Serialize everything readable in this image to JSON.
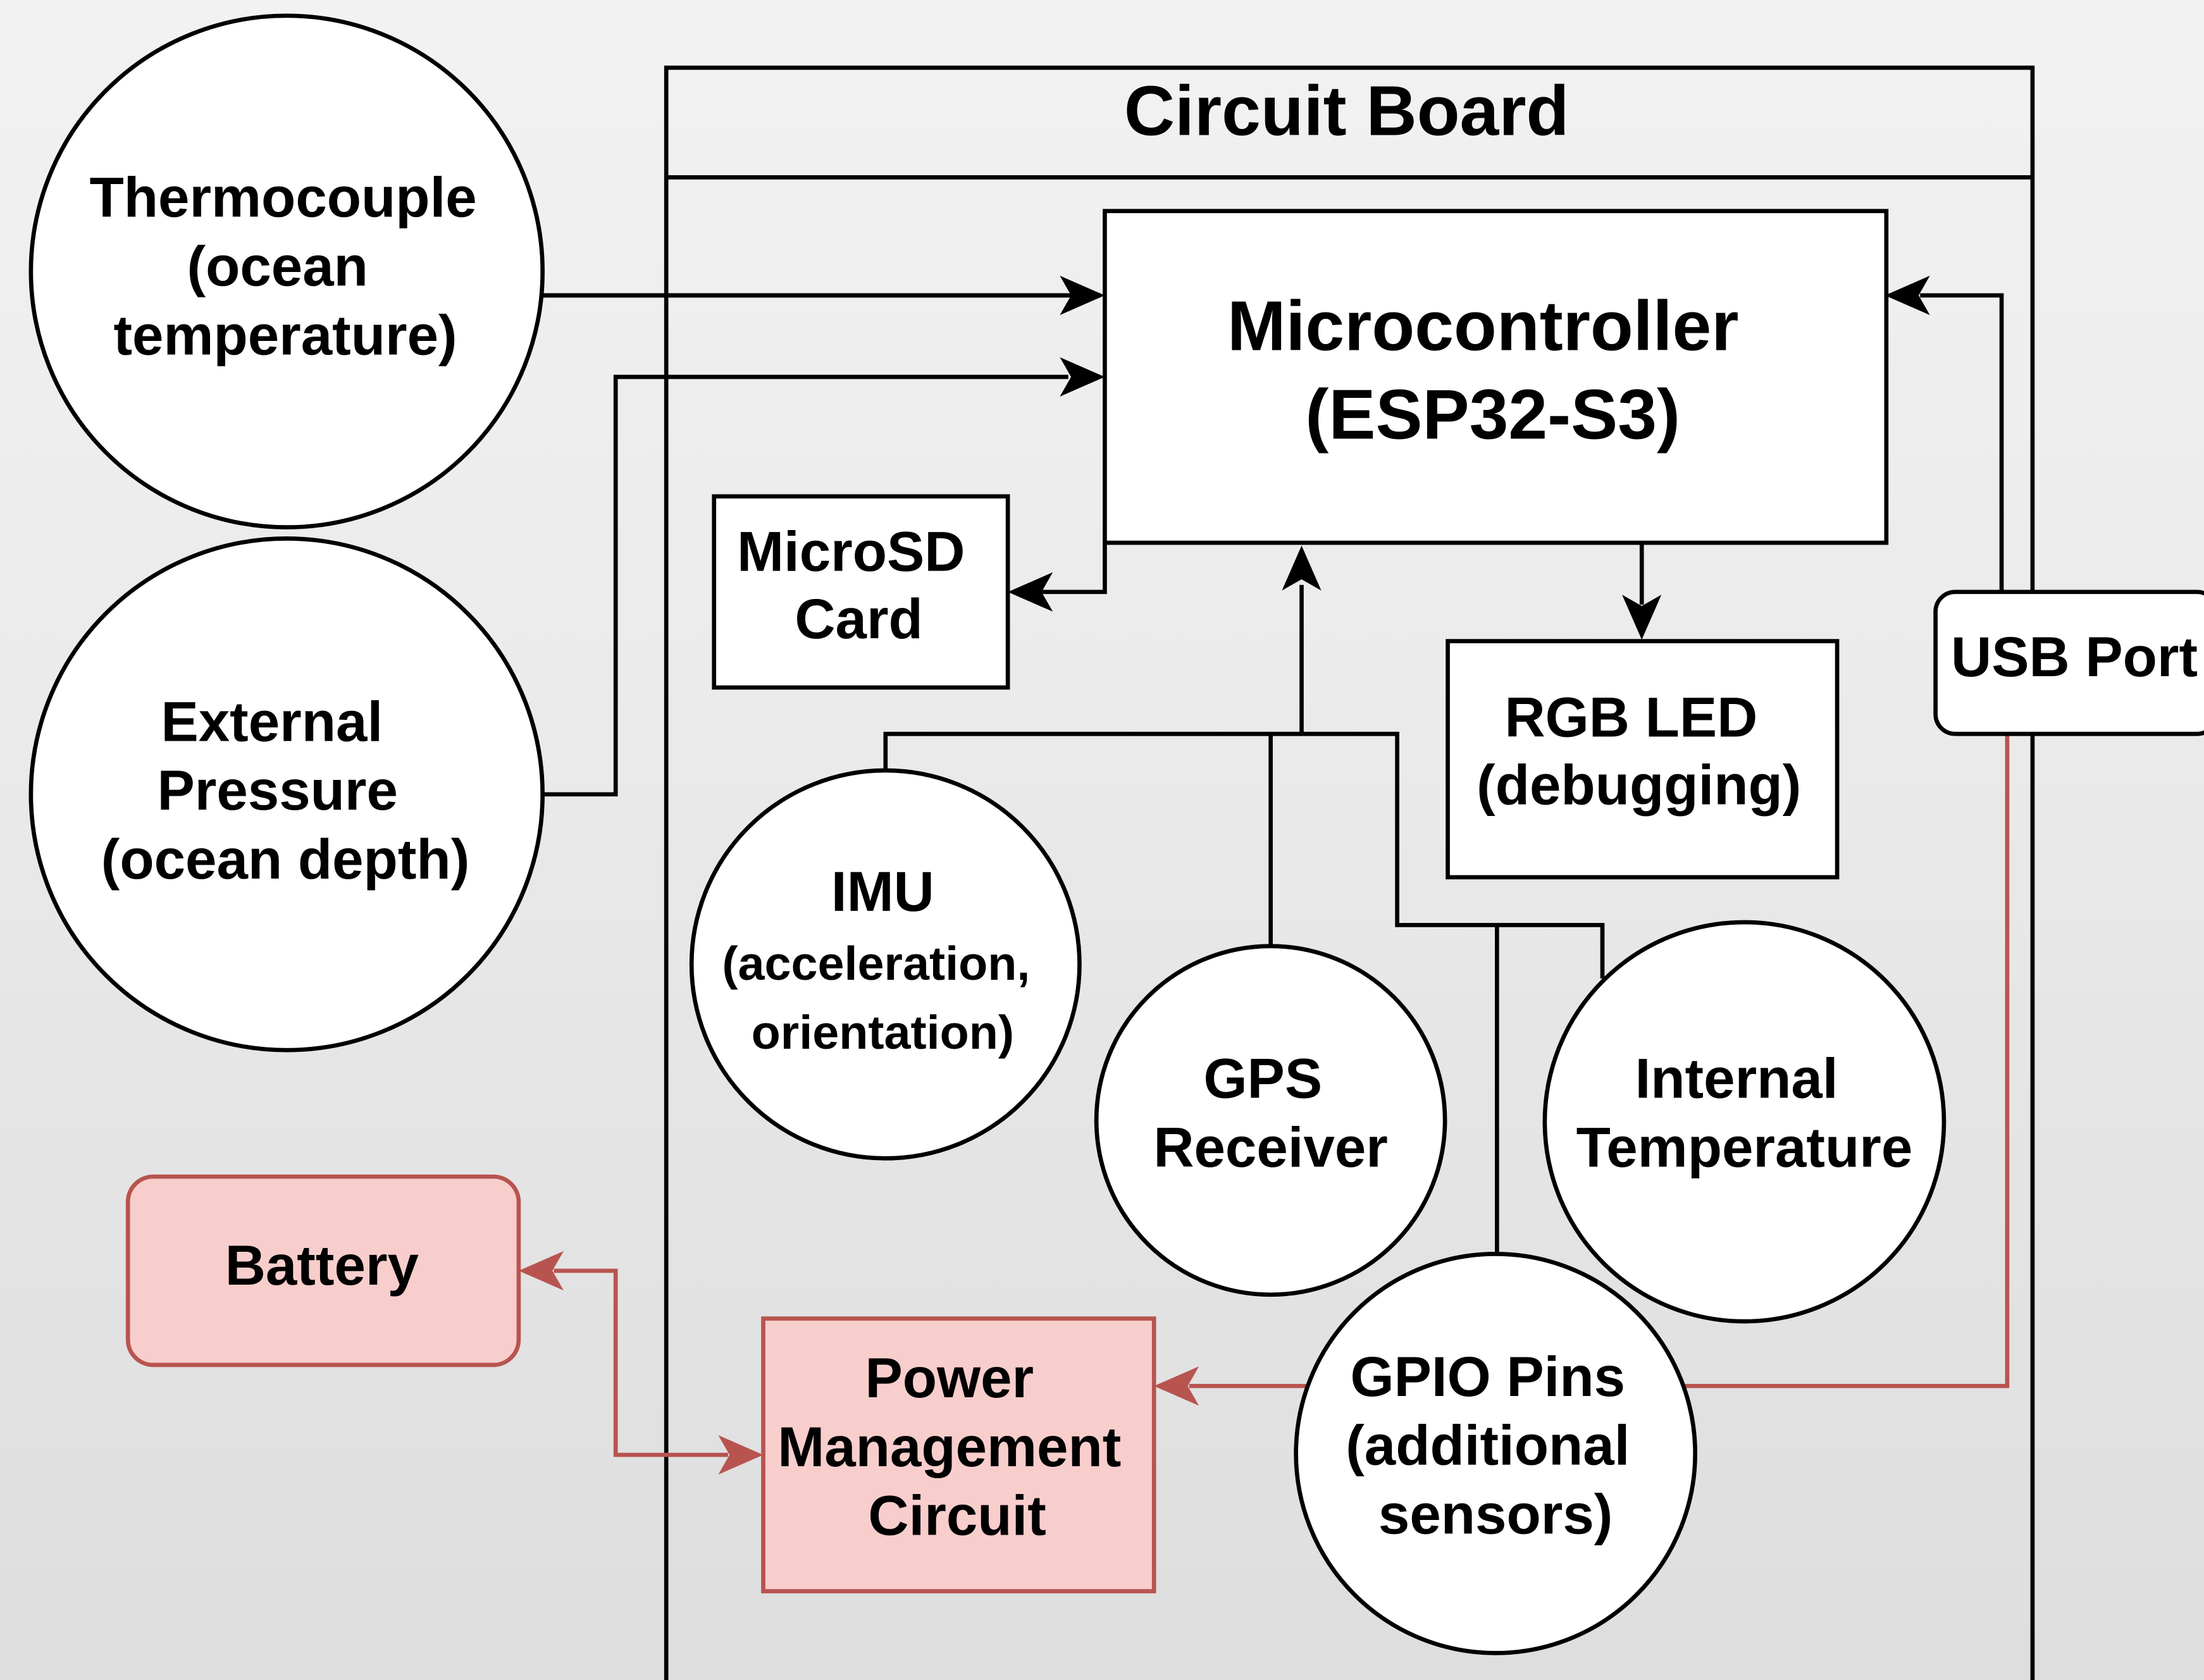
{
  "title": "Circuit Board",
  "colors": {
    "stroke": "#000000",
    "power_stroke": "#b85450",
    "power_fill": "#f8cecc",
    "background": "#ececec"
  },
  "nodes": {
    "thermocouple": [
      "Thermocouple",
      "(ocean",
      "temperature)"
    ],
    "pressure": [
      "External",
      "Pressure",
      "(ocean depth)"
    ],
    "microcontroller": [
      "Microcontroller",
      "(ESP32-S3)"
    ],
    "microsd": [
      "MicroSD",
      "Card"
    ],
    "rgb_led": [
      "RGB LED",
      "(debugging)"
    ],
    "usb_port": [
      "USB Port"
    ],
    "imu": [
      "IMU",
      "(acceleration,",
      "orientation)"
    ],
    "gps": [
      "GPS",
      "Receiver"
    ],
    "internal_temp": [
      "Internal",
      "Temperature"
    ],
    "battery": [
      "Battery"
    ],
    "power_mgmt": [
      "Power",
      "Management",
      "Circuit"
    ],
    "gpio": [
      "GPIO Pins",
      "(additional",
      "sensors)"
    ]
  }
}
